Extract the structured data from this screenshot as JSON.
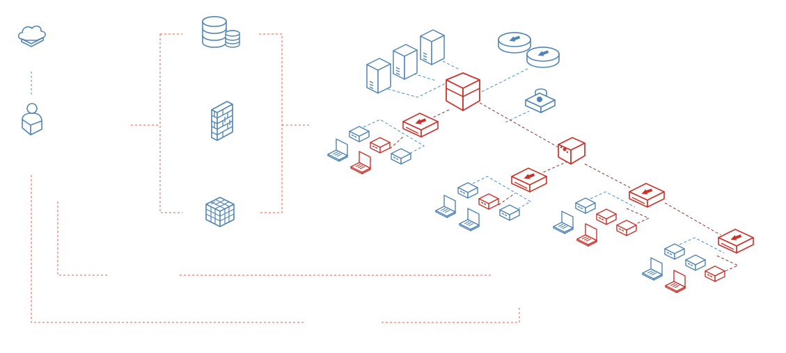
{
  "diagram": {
    "colors": {
      "blue": "#4f83b6",
      "red": "#c8322a",
      "dark_red": "#8c2f2f",
      "dash_red": "#e05c3f",
      "dash_blue": "#3b8fd6",
      "background": "#ffffff"
    },
    "left_column": [
      {
        "name": "cloud-icon",
        "kind": "cloud"
      },
      {
        "name": "user-icon",
        "kind": "user"
      }
    ],
    "services": [
      {
        "name": "database-icon",
        "kind": "database"
      },
      {
        "name": "firewall-icon",
        "kind": "firewall"
      },
      {
        "name": "modules-icon",
        "kind": "cube-grid"
      }
    ],
    "core": [
      {
        "name": "server-tower-icon",
        "kind": "tower"
      },
      {
        "name": "server-tower-icon",
        "kind": "tower"
      },
      {
        "name": "server-tower-icon",
        "kind": "tower"
      },
      {
        "name": "router-icon",
        "kind": "router"
      },
      {
        "name": "router-icon",
        "kind": "router"
      },
      {
        "name": "secure-gateway-icon",
        "kind": "lock-box"
      },
      {
        "name": "core-hub-icon",
        "kind": "hub"
      },
      {
        "name": "distribution-hub-icon",
        "kind": "hub-small"
      }
    ],
    "branches": [
      {
        "name": "branch-1",
        "switch_color": "red",
        "laptops": [
          "blue",
          "red"
        ],
        "devices": [
          "blue",
          "red",
          "blue"
        ]
      },
      {
        "name": "branch-2",
        "switch_color": "red",
        "laptops": [
          "blue",
          "blue"
        ],
        "devices": [
          "blue",
          "red",
          "blue"
        ]
      },
      {
        "name": "branch-3",
        "switch_color": "red",
        "laptops": [
          "blue",
          "red"
        ],
        "devices": [
          "blue",
          "red",
          "red"
        ]
      },
      {
        "name": "branch-4",
        "switch_color": "red",
        "laptops": [
          "blue",
          "red"
        ],
        "devices": [
          "blue",
          "blue",
          "red"
        ]
      }
    ]
  }
}
